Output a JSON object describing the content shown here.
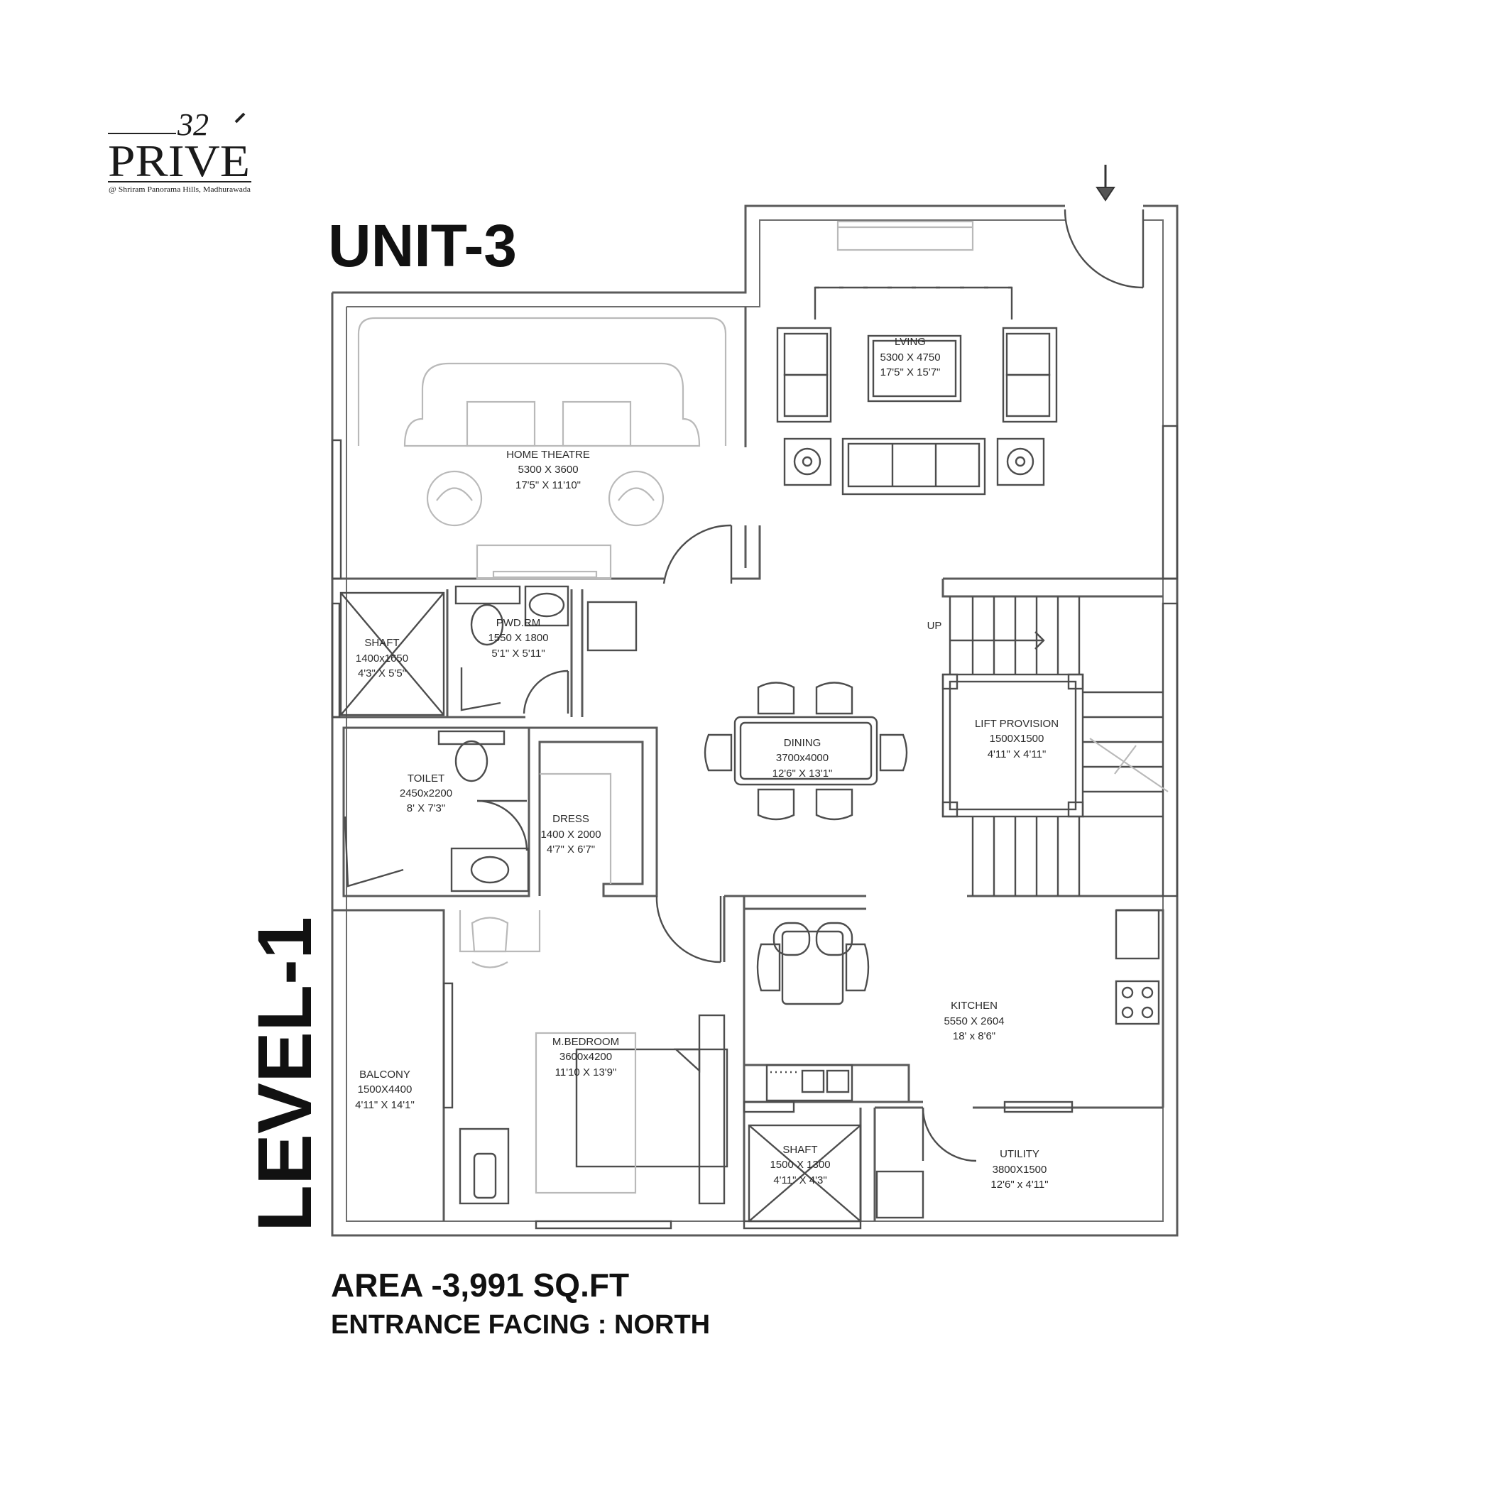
{
  "brand": {
    "number": "32",
    "name": "PRIVE",
    "tagline": "@ Shriram Panorama Hills, Madhurawada"
  },
  "unit_title": "UNIT-3",
  "level_title": "LEVEL-1",
  "area": "AREA -3,991 SQ.FT",
  "entrance": "ENTRANCE FACING : NORTH",
  "stair_label": "UP",
  "rooms": {
    "home_theatre": {
      "name": "HOME THEATRE",
      "size_mm": "5300 X 3600",
      "size_ft": "17'5\" X 11'10\""
    },
    "living": {
      "name": "LVING",
      "size_mm": "5300 X 4750",
      "size_ft": "17'5\" X 15'7\""
    },
    "shaft1": {
      "name": "SHAFT",
      "size_mm": "1400x1650",
      "size_ft": "4'3\" X 5'5\""
    },
    "pwd": {
      "name": "PWD.RM",
      "size_mm": "1550 X 1800",
      "size_ft": "5'1\" X 5'11\""
    },
    "toilet": {
      "name": "TOILET",
      "size_mm": "2450x2200",
      "size_ft": "8' X 7'3\""
    },
    "dress": {
      "name": "DRESS",
      "size_mm": "1400 X 2000",
      "size_ft": "4'7\" X 6'7\""
    },
    "dining": {
      "name": "DINING",
      "size_mm": "3700x4000",
      "size_ft": "12'6\" X 13'1\""
    },
    "lift": {
      "name": "LIFT PROVISION",
      "size_mm": "1500X1500",
      "size_ft": "4'11\" X 4'11\""
    },
    "kitchen": {
      "name": "KITCHEN",
      "size_mm": "5550 X 2604",
      "size_ft": "18' x 8'6\""
    },
    "balcony": {
      "name": "BALCONY",
      "size_mm": "1500X4400",
      "size_ft": "4'11\" X 14'1\""
    },
    "bedroom": {
      "name": "M.BEDROOM",
      "size_mm": "3600x4200",
      "size_ft": "11'10 X 13'9\""
    },
    "shaft2": {
      "name": "SHAFT",
      "size_mm": "1500 X 1300",
      "size_ft": "4'11\" X 4'3\""
    },
    "utility": {
      "name": "UTILITY",
      "size_mm": "3800X1500",
      "size_ft": "12'6\" x 4'11\""
    }
  }
}
